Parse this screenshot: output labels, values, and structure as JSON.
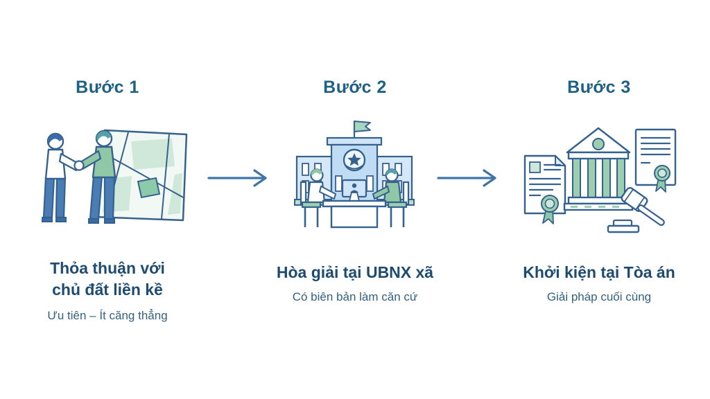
{
  "diagram": {
    "language": "vi",
    "topic": "Land dispute resolution process"
  },
  "colors": {
    "background": "#ffffff",
    "step_title": "#1f6085",
    "heading": "#1d4b72",
    "subtitle": "#33607f",
    "arrow": "#3f74a9",
    "illustration_outline": "#35618f",
    "illustration_green": "#8fc7a7",
    "illustration_mint": "#cde8d9",
    "illustration_light_blue": "#c0dcf4",
    "illustration_pants_blue": "#4a7db3"
  },
  "steps": [
    {
      "title": "Bước 1",
      "heading": "Thỏa thuận với\nchủ đất liền kề",
      "subtitle": "Ưu tiên – Ít căng thẳng",
      "illustration": "two-men-shaking-hands-in-front-of-land-map"
    },
    {
      "title": "Bước 2",
      "heading": "Hòa giải tại UBNX xã",
      "subtitle": "Có biên bản làm căn cứ",
      "illustration": "mediation-table-at-commune-office-building"
    },
    {
      "title": "Bước 3",
      "heading": "Khởi kiện tại Tòa án",
      "subtitle": "Giải pháp cuối cùng",
      "illustration": "courthouse-with-documents-and-gavel"
    }
  ]
}
